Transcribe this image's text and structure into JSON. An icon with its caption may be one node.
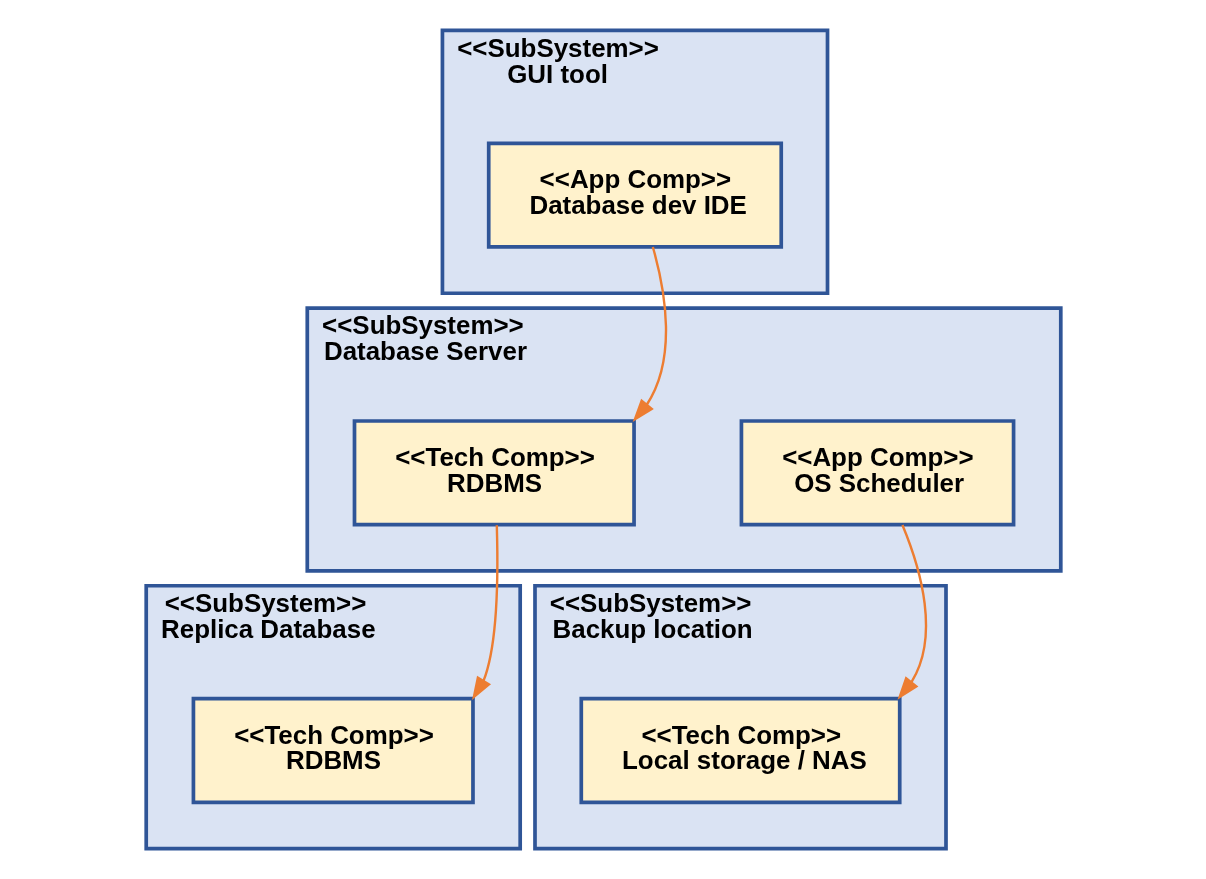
{
  "diagram": {
    "nodes": [
      {
        "text": [
          "<<SubSystem>>",
          "GUI tool"
        ]
      },
      {
        "text": [
          "<<App Comp>>",
          "Database dev IDE"
        ],
        "in": 0
      },
      {
        "text": [
          "<<SubSystem>>",
          "Database Server"
        ]
      },
      {
        "text": [
          "<<Tech Comp>>",
          "RDBMS"
        ],
        "in": 2
      },
      {
        "text": [
          "<<App Comp>>",
          "OS Scheduler"
        ],
        "in": 2
      },
      {
        "text": [
          "<<SubSystem>>",
          "Backup location"
        ]
      },
      {
        "text": [
          "<<Tech Comp>>",
          "Local storage / NAS"
        ],
        "in": 5
      },
      {
        "text": [
          "<<SubSystem>>",
          "Replica Database"
        ]
      },
      {
        "text": [
          "<<Tech Comp>>",
          "RDBMS"
        ],
        "in": 7
      }
    ],
    "edges": [
      {
        "from": 1,
        "to": 3,
        "arrow": "to"
      },
      {
        "from": 4,
        "to": 6,
        "arrow": "to"
      },
      {
        "from": 3,
        "to": 8,
        "arrow": "to"
      }
    ]
  }
}
